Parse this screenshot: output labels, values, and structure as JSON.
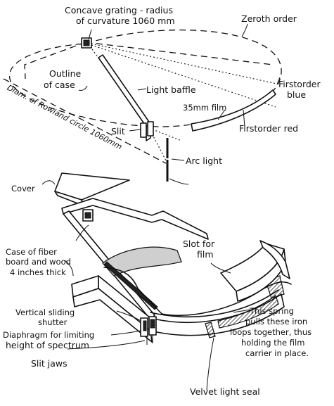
{
  "labels": {
    "concave_grating_l1": "Concave grating - radius",
    "concave_grating_l2": "of curvature 1060 mm",
    "zeroth_order": "Zeroth order",
    "outline_of_case_l1": "Outline",
    "outline_of_case_l2": "of case",
    "light_baffle": "Light baffle",
    "first_order_blue_l1": "Firstorder",
    "first_order_blue_l2": "blue",
    "film_35mm": "35mm film",
    "rowland_circle": "Diam. of Rowland circle 1060mm",
    "slit": "Slit",
    "first_order_red": "Firstorder red",
    "arc_light": "Arc light",
    "cover": "Cover",
    "slot_for_film_l1": "Slot for",
    "slot_for_film_l2": "film",
    "case_l1": "Case of fiber",
    "case_l2": "board and wood",
    "case_l3": "4 inches thick",
    "vertical_shutter_l1": "Vertical sliding",
    "vertical_shutter_l2": "shutter",
    "diaphragm_l1": "Diaphragm for limiting",
    "diaphragm_l2": "height of spectrum",
    "spring_l1": "This spring",
    "spring_l2": "pulls these iron",
    "spring_l3": "loops together, thus",
    "spring_l4": "holding the film",
    "spring_l5": "carrier in place.",
    "slit_jaws": "Slit jaws",
    "velvet_seal": "Velvet light seal"
  }
}
